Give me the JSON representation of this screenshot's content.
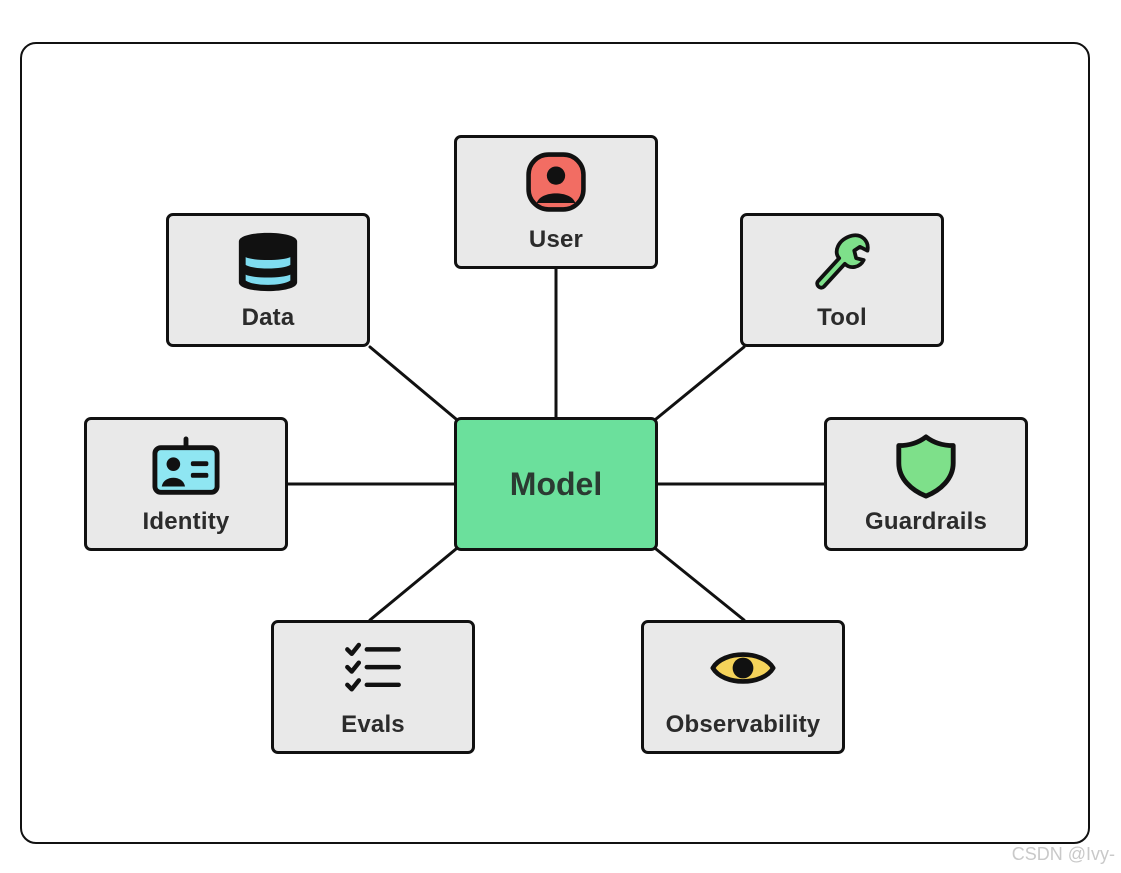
{
  "diagram": {
    "center": {
      "label": "Model",
      "color": "#6be09c"
    },
    "nodes": {
      "user": {
        "label": "User",
        "icon": "user-icon"
      },
      "data": {
        "label": "Data",
        "icon": "database-icon"
      },
      "tool": {
        "label": "Tool",
        "icon": "wrench-icon"
      },
      "identity": {
        "label": "Identity",
        "icon": "id-card-icon"
      },
      "guardrails": {
        "label": "Guardrails",
        "icon": "shield-icon"
      },
      "evals": {
        "label": "Evals",
        "icon": "checklist-icon"
      },
      "observability": {
        "label": "Observability",
        "icon": "eye-icon"
      }
    },
    "colors": {
      "node_fill": "#e9e9e9",
      "border": "#111111",
      "user_icon": "#f26d63",
      "data_icon": "#7fdcf0",
      "tool_icon": "#7ee08a",
      "identity_icon": "#8fe6f2",
      "guardrails_icon": "#7ee08a",
      "observability_icon": "#f5d35a"
    }
  },
  "watermark": "CSDN @Ivy-"
}
